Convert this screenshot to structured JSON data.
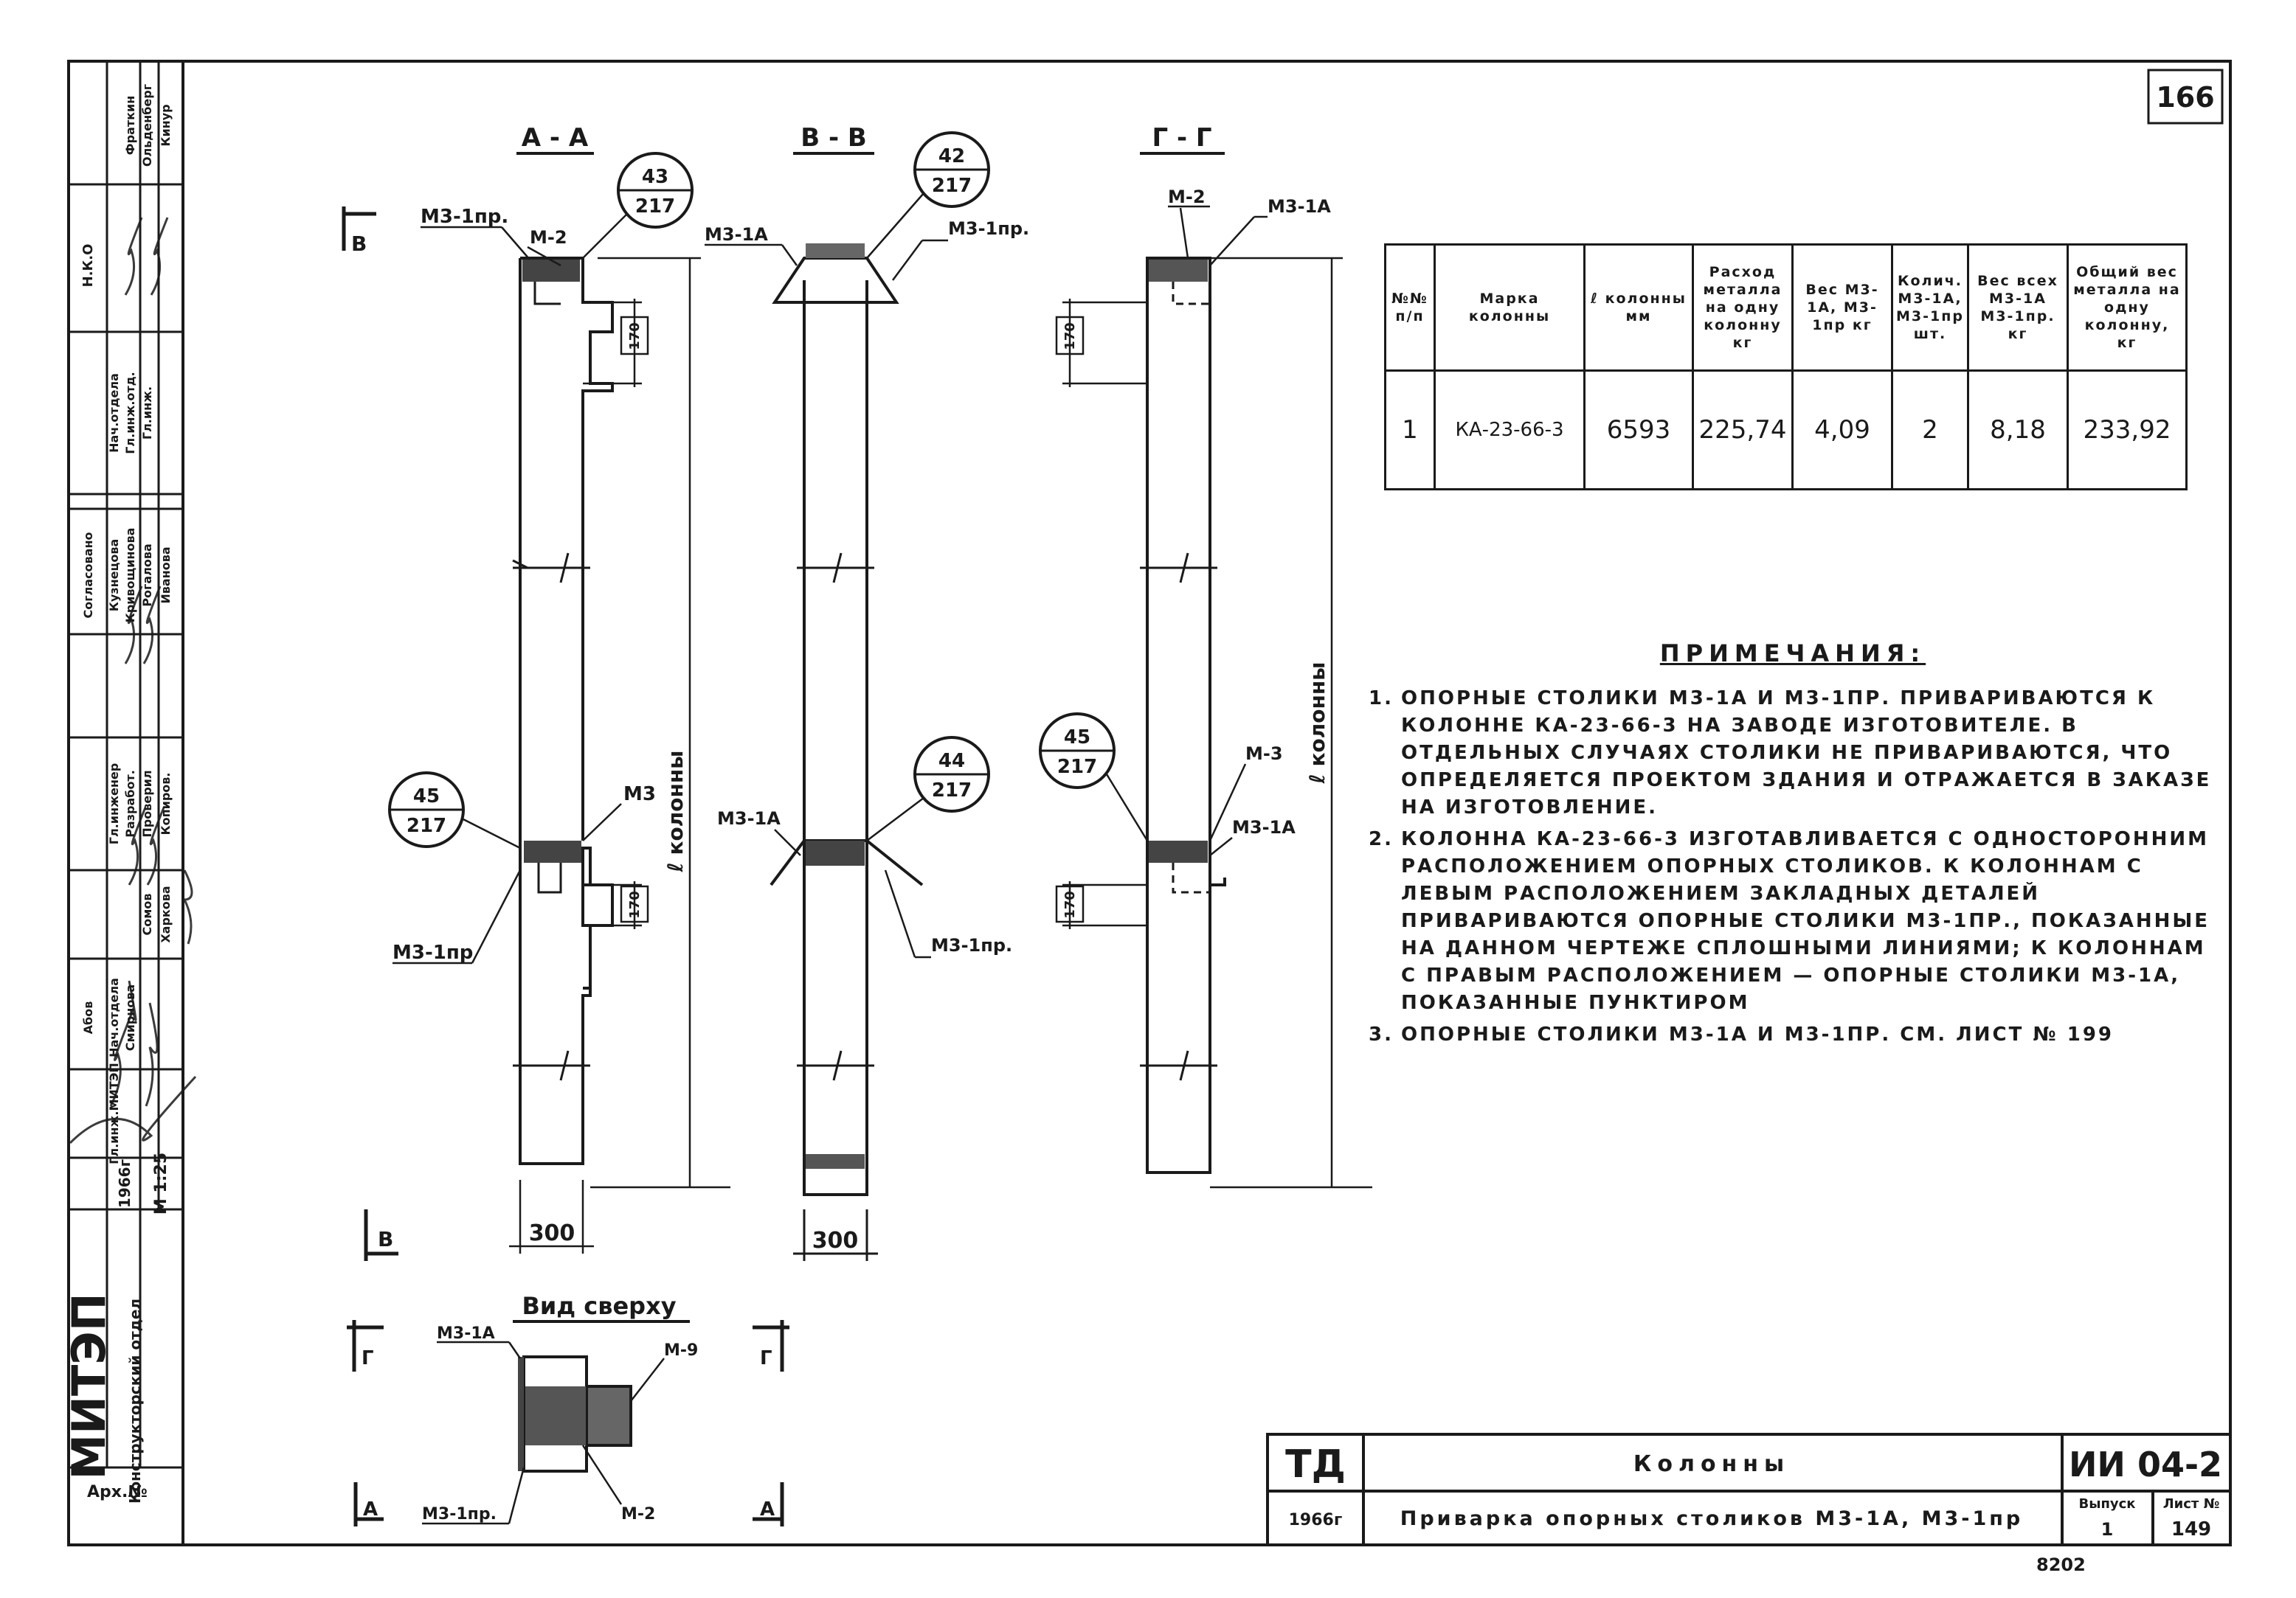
{
  "sheet": {
    "page_no": "166",
    "sections": {
      "a": "А - А",
      "b": "В - В",
      "c": "Г - Г",
      "top": "Вид сверху"
    },
    "view_marks": {
      "v": "В",
      "g": "Г",
      "a": "А"
    }
  },
  "callouts": [
    {
      "num": "43",
      "den": "217"
    },
    {
      "num": "42",
      "den": "217"
    },
    {
      "num": "45",
      "den": "217"
    },
    {
      "num": "44",
      "den": "217"
    },
    {
      "num": "45",
      "den": "217"
    }
  ],
  "labels": {
    "m3_1pr": "М3-1пр.",
    "m3_1a": "М3-1А",
    "m2": "М-2",
    "m3": "М3",
    "m3b": "М-3",
    "m3_1pr_b": "М3-1пр",
    "m9": "М-9",
    "dim170": "170",
    "dim300": "300",
    "l_column": "ℓ колонны"
  },
  "spec_table": {
    "headers": [
      "№№ п/п",
      "Марка колонны",
      "ℓ колонны мм",
      "Расход металла на одну колонну кг",
      "Вес М3-1А, М3-1пр кг",
      "Колич. М3-1А, М3-1пр шт.",
      "Вес всех М3-1А М3-1пр. кг",
      "Общий вес металла на одну колонну, кг"
    ],
    "rows": [
      [
        "1",
        "КА-23-66-3",
        "6593",
        "225,74",
        "4,09",
        "2",
        "8,18",
        "233,92"
      ]
    ]
  },
  "notes": {
    "title": "Примечания:",
    "items": [
      {
        "n": "1.",
        "text": "Опорные столики М3-1А и М3-1пр. приваривают­ся к колонне КА-23-66-3 на заводе изготовителе. В отдельных случаях столики не привариваются, что определяется проектом здания и отражается в заказе на изготовление."
      },
      {
        "n": "2.",
        "text": "Колонна КА-23-66-3 изготавливается с односторонним расположением опорных столиков. К колоннам с левым расположением закладных деталей привариваются опорные столики М3-1пр., показанные на данном чертеже сплошными линиями; к колоннам с правым расположением — опорные столики М3-1А, показанные пунктиром"
      },
      {
        "n": "3.",
        "text": "Опорные столики М3-1А и М3-1пр. см. лист № 199"
      }
    ]
  },
  "title_block": {
    "org": "ТД",
    "year": "1966г",
    "title1": "Колонны",
    "title2": "Приварка опорных столиков М3-1А, М3-1пр",
    "code": "ИИ 04-2",
    "issue_label": "Выпуск",
    "issue": "1",
    "sheet_label": "Лист №",
    "sheet": "149",
    "bottom_note": "8202"
  },
  "side_stamp": {
    "org": "МИТЭП",
    "dept": "Конструкторский отдел",
    "date": "1966г",
    "scale": "М 1:25",
    "arch": "Арх.№",
    "roles": [
      "Гл.инж.МИТЭП",
      "Нач.отдела",
      "Гл.инж.отд.",
      "Гл.инженер",
      "Разработ.",
      "Проверил",
      "Копиров.",
      "Нач.отдела",
      "Гл.инж.отд.",
      "Гл.инж.",
      "Согласовано"
    ],
    "names": [
      "Абов",
      "Смирнова",
      "Сомов",
      "Харкова",
      "Кузнецова",
      "Кривощинова",
      "Рогалова",
      "Иванова",
      "Фраткин",
      "Ольденберг",
      "Кинур"
    ],
    "col_heads": [
      "Н.К.О"
    ]
  }
}
